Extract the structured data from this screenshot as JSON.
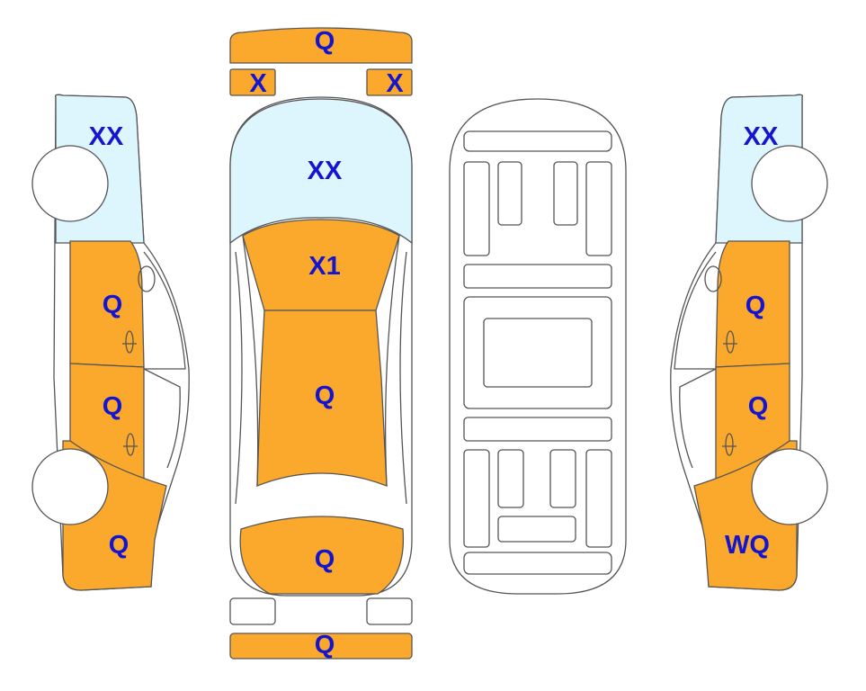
{
  "colors": {
    "damaged": "#FBA92C",
    "glass": "#DDF5FC",
    "label": "#1515D0",
    "outline": "#555555",
    "background": "#FFFFFF"
  },
  "labels": {
    "front_bumper": "Q",
    "mirror_left": "X",
    "mirror_right": "X",
    "windshield": "XX",
    "hood": "X1",
    "roof": "Q",
    "trunk": "Q",
    "rear_bumper": "Q",
    "left_window": "XX",
    "left_front_door": "Q",
    "left_rear_door": "Q",
    "left_quarter": "Q",
    "right_window": "XX",
    "right_front_door": "Q",
    "right_rear_door": "Q",
    "right_quarter": "WQ"
  }
}
